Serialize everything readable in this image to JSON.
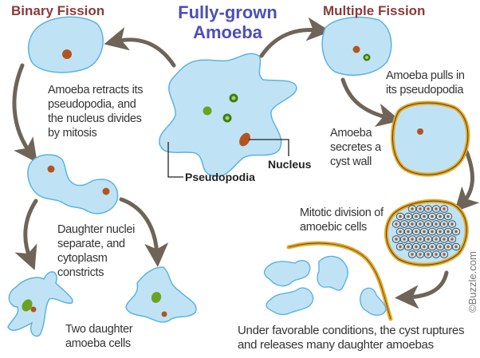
{
  "title": {
    "line1": "Fully-grown",
    "line2": "Amoeba"
  },
  "binary_fission": {
    "heading": "Binary Fission",
    "step1": [
      "Amoeba retracts its",
      "pseudopodia, and",
      "the nucleus divides",
      "by mitosis"
    ],
    "step2": [
      "Daughter nuclei",
      "separate, and",
      "cytoplasm",
      "constricts"
    ],
    "step3": [
      "Two daughter",
      "amoeba cells"
    ]
  },
  "multiple_fission": {
    "heading": "Multiple Fission",
    "step1": [
      "Amoeba pulls in",
      "its pseudopodia"
    ],
    "step2": [
      "Amoeba",
      "secretes a",
      "cyst wall"
    ],
    "step3": [
      "Mitotic division of",
      "amoebic cells"
    ],
    "step4": [
      "Under favorable conditions, the cyst ruptures",
      "and releases many daughter amoebas"
    ]
  },
  "labels": {
    "nucleus": "Nucleus",
    "pseudopodia": "Pseudopodia"
  },
  "watermark": "©Buzzle.com",
  "colors": {
    "cell_fill": "#bfe3f5",
    "cell_stroke": "#5bb3df",
    "nucleus": "#b5531f",
    "vacuole": "#6aa322",
    "arrow": "#6e6457",
    "cyst_wall": "#e3a92a",
    "heading_red": "#8b3a3a",
    "heading_blue": "#4d4fb6"
  }
}
